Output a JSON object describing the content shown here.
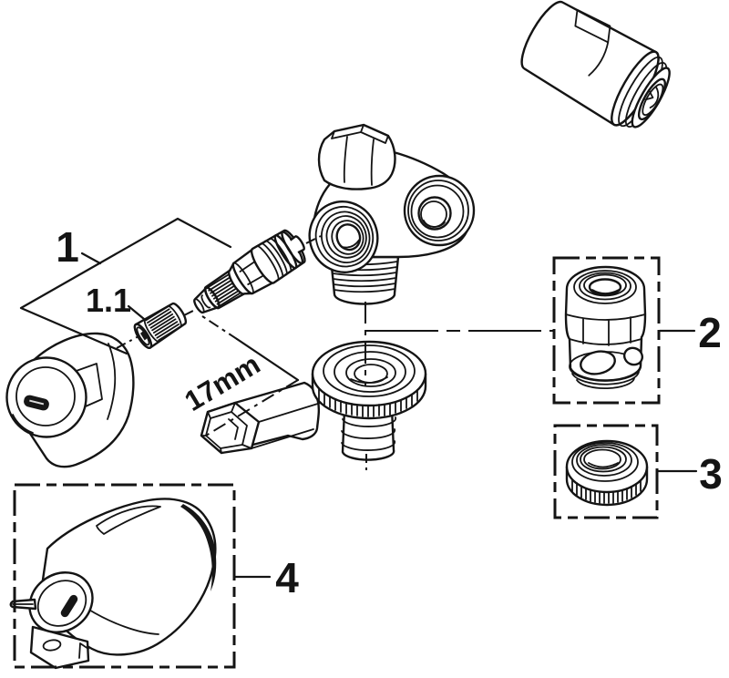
{
  "diagram": {
    "type": "exploded-parts-line-drawing",
    "background_color": "#ffffff",
    "line_color": "#141414",
    "callouts": {
      "group": "1",
      "group_sub": "1.1",
      "adapter": "2",
      "ring_nut": "3",
      "handle": "4"
    },
    "tool": {
      "size_label": "17mm"
    }
  }
}
